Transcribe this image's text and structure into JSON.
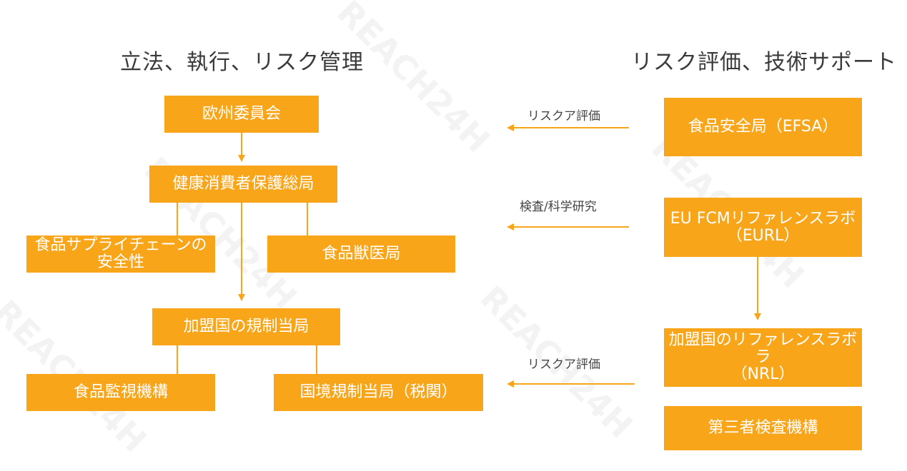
{
  "headings": {
    "left": "立法、執行、リスク管理",
    "right": "リスク評価、技術サポート"
  },
  "left_boxes": {
    "ec": "欧州委員会",
    "dg_sante": "健康消費者保護総局",
    "food_chain_line1": "食品サプライチェーンの",
    "food_chain_line2": "安全性",
    "food_vet": "食品獣医局",
    "member_authority": "加盟国の規制当局",
    "food_inspection": "食品監視機構",
    "border_authority": "国境規制当局（税関）"
  },
  "right_boxes": {
    "efsa": "食品安全局（EFSA）",
    "eurl_line1": "EU FCMリファレンスラボ",
    "eurl_line2": "（EURL）",
    "nrl_line1": "加盟国のリファレンスラボラ",
    "nrl_line2": "（NRL）",
    "third_party": "第三者検査機構"
  },
  "arrow_labels": {
    "risk_eval_1": "リスクア評価",
    "inspection_research": "検査/科学研究",
    "risk_eval_2": "リスクア評価"
  },
  "watermark": "REACH24H",
  "colors": {
    "box": "#f9a51a",
    "line": "#f9a51a"
  }
}
